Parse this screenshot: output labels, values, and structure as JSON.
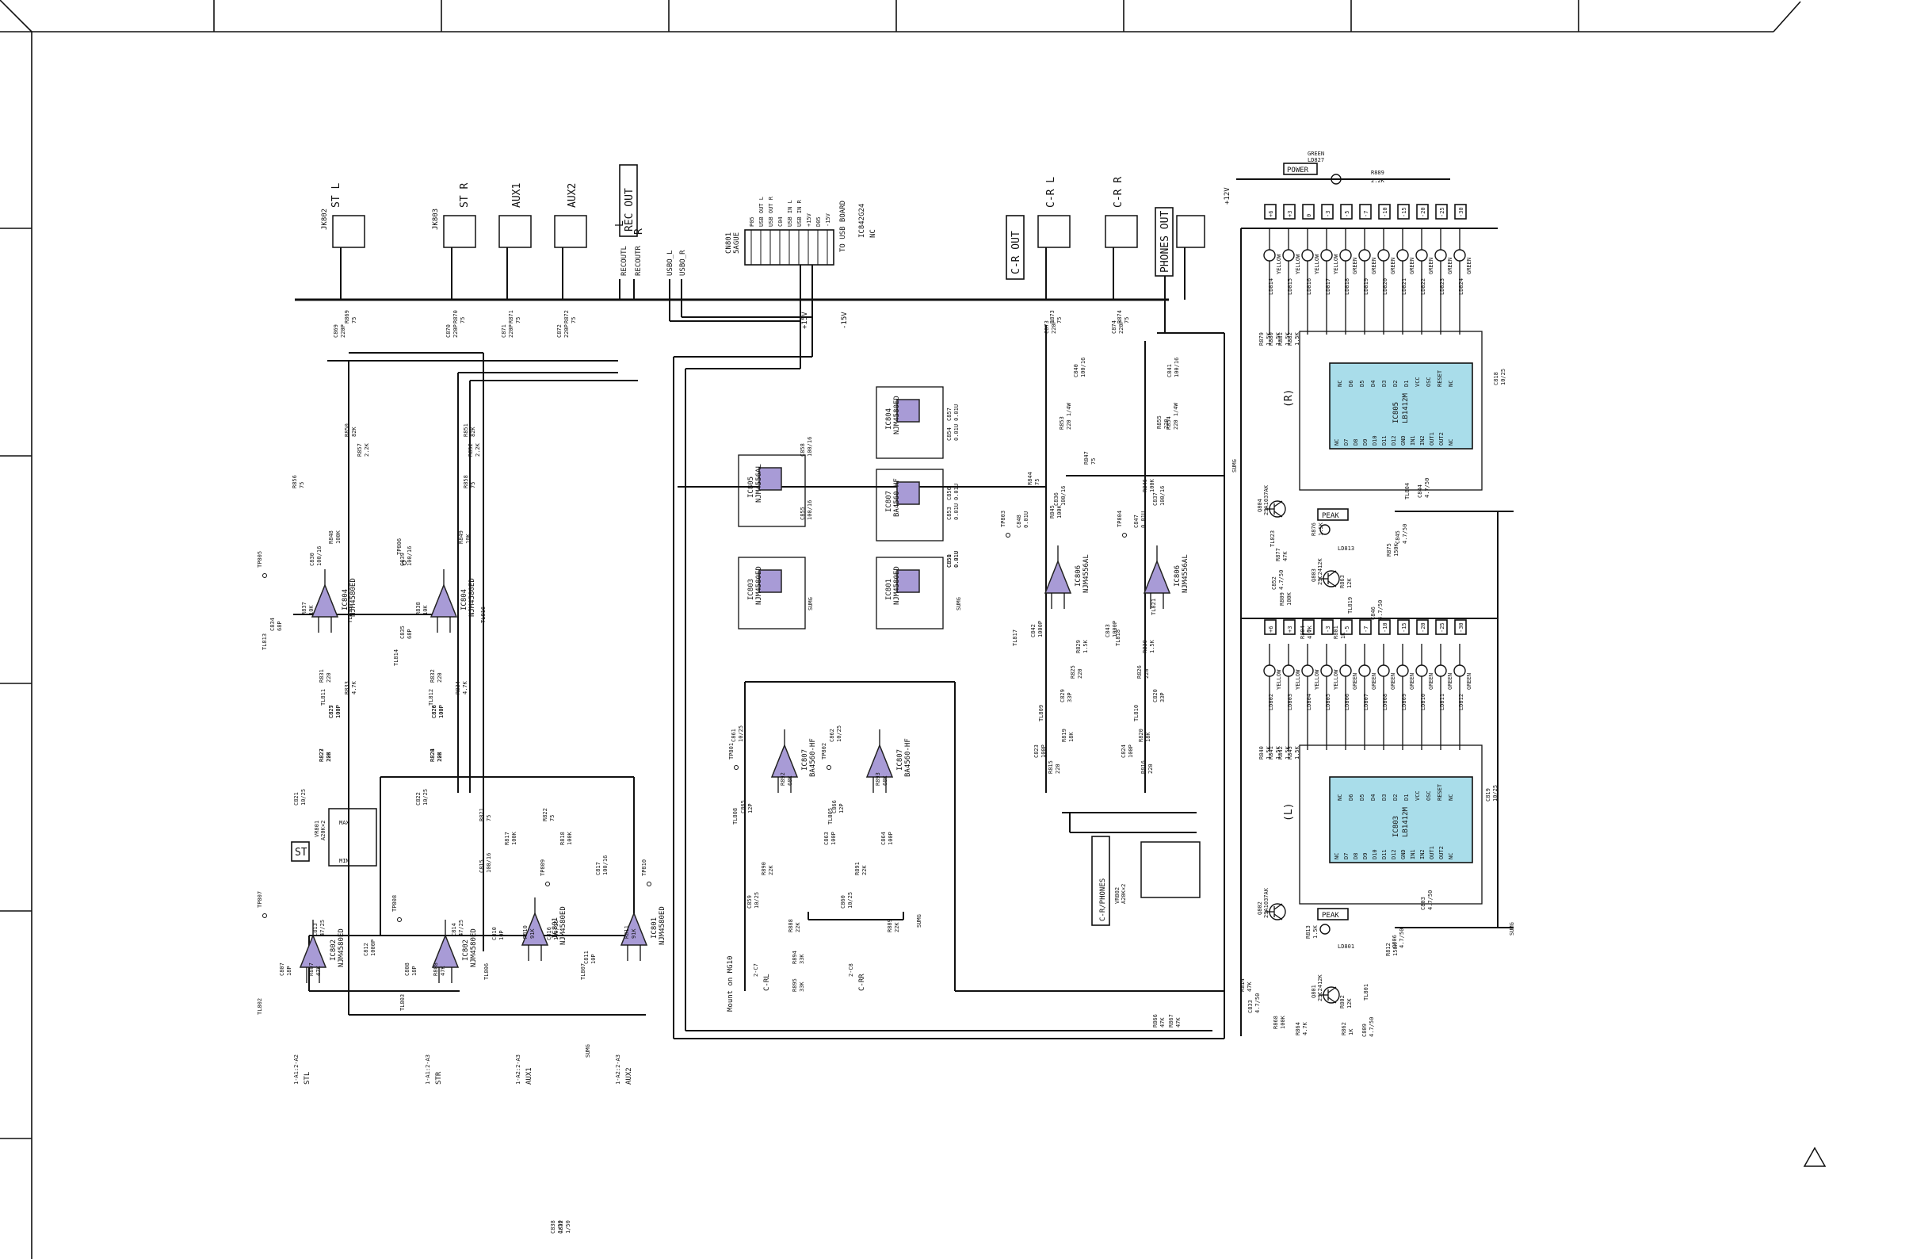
{
  "jacks": {
    "st_l": "ST L",
    "st_r": "ST R",
    "aux1": "AUX1",
    "aux2": "AUX2",
    "rec_out": "REC OUT",
    "rec_l": "L",
    "rec_r": "R",
    "ca_l": "C-R L",
    "ca_r": "C-R R",
    "ca_out": "C-R OUT",
    "phones_out": "PHONES OUT",
    "jk802": "JK802",
    "jk803": "JK803"
  },
  "connectors": {
    "cn801": "CN801",
    "cn801_sub": "5AGUE",
    "pins": [
      "P05",
      "USB OUT L",
      "USB OUT R",
      "C04",
      "USB IN L",
      "USB IN R",
      "+15V",
      "D05",
      "-15V"
    ],
    "to_usb": "TO USB BOARD",
    "ic_usb": "IC842G24",
    "nc": "NC",
    "recoutl": "RECOUTL",
    "recoutr": "RECOUTR",
    "usbo_l": "USBO_L",
    "usbo_r": "USBO_R"
  },
  "opamps": [
    {
      "ref": "IC804",
      "part": "NJM4580ED"
    },
    {
      "ref": "IC804",
      "part": "NJM4580ED"
    },
    {
      "ref": "IC802",
      "part": "NJM4580ED"
    },
    {
      "ref": "IC802",
      "part": "NJM4580ED"
    },
    {
      "ref": "IC801",
      "part": "NJM4580ED"
    },
    {
      "ref": "IC801",
      "part": "NJM4580ED"
    },
    {
      "ref": "IC807",
      "part": "BA4560-HF"
    },
    {
      "ref": "IC807",
      "part": "BA4560-HF"
    },
    {
      "ref": "IC806",
      "part": "NJM4556AL"
    },
    {
      "ref": "IC806",
      "part": "NJM4556AL"
    }
  ],
  "power_ics": [
    {
      "ref": "IC805",
      "part": "NJM4556AL"
    },
    {
      "ref": "IC804",
      "part": "NJM4580ED"
    },
    {
      "ref": "IC807",
      "part": "BA4560-HF"
    },
    {
      "ref": "IC803",
      "part": "NJM4580ED"
    },
    {
      "ref": "IC801",
      "part": "NJM4580ED"
    }
  ],
  "drivers": [
    {
      "ref": "IC805",
      "part": "LB1412M",
      "channel": "(R)"
    },
    {
      "ref": "IC803",
      "part": "LB1412M",
      "channel": "(L)"
    }
  ],
  "driver_pins_left": [
    "NC",
    "D7",
    "D8",
    "D9",
    "D10",
    "D11",
    "D12",
    "GND",
    "IN1",
    "IN2",
    "OUT1",
    "OUT2",
    "NC"
  ],
  "driver_pins_right": [
    "NC",
    "D6",
    "D5",
    "D4",
    "D3",
    "D2",
    "D1",
    "VCC",
    "OSC",
    "RESET",
    "NC"
  ],
  "leds_r": [
    "LD814",
    "LD815",
    "LD816",
    "LD817",
    "LD818",
    "LD819",
    "LD820",
    "LD821",
    "LD822",
    "LD823",
    "LD824"
  ],
  "leds_l": [
    "LD802",
    "LD803",
    "LD804",
    "LD805",
    "LD806",
    "LD807",
    "LD808",
    "LD809",
    "LD810",
    "LD811",
    "LD812"
  ],
  "led_colors": [
    "YELLOW",
    "YELLOW",
    "YELLOW",
    "YELLOW",
    "GREEN",
    "GREEN",
    "GREEN",
    "GREEN",
    "GREEN",
    "GREEN",
    "GREEN"
  ],
  "meter_scale": [
    "+6",
    "+3",
    "0",
    "-3",
    "-5",
    "-7",
    "-10",
    "-15",
    "-20",
    "-25",
    "-30"
  ],
  "power_led": {
    "label": "POWER",
    "ref": "LD827",
    "color": "GREEN",
    "r": "R889",
    "rv": "2.2K"
  },
  "peak": [
    "PEAK",
    "PEAK"
  ],
  "peak_leds": [
    "LD813",
    "LD801"
  ],
  "transistors": [
    "Q804",
    "Q803",
    "Q802",
    "Q801"
  ],
  "transistor_parts": [
    "2SA1037AK",
    "2SC2412K",
    "2SA1037AK",
    "2SC2412K"
  ],
  "pots": [
    {
      "ref": "VR801",
      "val": "A20K×2",
      "name": "ST"
    },
    {
      "ref": "VR802",
      "val": "A20K×2",
      "name": "C-R/PHONES"
    }
  ],
  "resistors": [
    {
      "ref": "R869",
      "val": "75"
    },
    {
      "ref": "R870",
      "val": "75"
    },
    {
      "ref": "R871",
      "val": "75"
    },
    {
      "ref": "R872",
      "val": "75"
    },
    {
      "ref": "R873",
      "val": "75"
    },
    {
      "ref": "R874",
      "val": "75"
    },
    {
      "ref": "R850",
      "val": "82K"
    },
    {
      "ref": "R851",
      "val": "82K"
    },
    {
      "ref": "R857",
      "val": "2.2K"
    },
    {
      "ref": "R852",
      "val": "2.2K"
    },
    {
      "ref": "R856",
      "val": "75"
    },
    {
      "ref": "R858",
      "val": "75"
    },
    {
      "ref": "R848",
      "val": "100K"
    },
    {
      "ref": "R849",
      "val": "10K"
    },
    {
      "ref": "R837",
      "val": "10K"
    },
    {
      "ref": "R838",
      "val": "10K"
    },
    {
      "ref": "R831",
      "val": "220"
    },
    {
      "ref": "R832",
      "val": "220"
    },
    {
      "ref": "R833",
      "val": "4.7K"
    },
    {
      "ref": "R834",
      "val": "4.7K"
    },
    {
      "ref": "R827",
      "val": "10K"
    },
    {
      "ref": "R828",
      "val": "10K"
    },
    {
      "ref": "R823",
      "val": "220"
    },
    {
      "ref": "R824",
      "val": "220"
    },
    {
      "ref": "R821",
      "val": "75"
    },
    {
      "ref": "R822",
      "val": "75"
    },
    {
      "ref": "R817",
      "val": "100K"
    },
    {
      "ref": "R818",
      "val": "100K"
    },
    {
      "ref": "R807",
      "val": "47K"
    },
    {
      "ref": "R808",
      "val": "47K"
    },
    {
      "ref": "R810",
      "val": "91K"
    },
    {
      "ref": "R811",
      "val": "91K"
    },
    {
      "ref": "R892",
      "val": "68K"
    },
    {
      "ref": "R893",
      "val": "68K"
    },
    {
      "ref": "R890",
      "val": "22K"
    },
    {
      "ref": "R891",
      "val": "22K"
    },
    {
      "ref": "R888",
      "val": "22K"
    },
    {
      "ref": "R889",
      "val": "22K"
    },
    {
      "ref": "R894",
      "val": "33K"
    },
    {
      "ref": "R895",
      "val": "33K"
    },
    {
      "ref": "R844",
      "val": "75"
    },
    {
      "ref": "R847",
      "val": "75"
    },
    {
      "ref": "R845",
      "val": "100K"
    },
    {
      "ref": "R846",
      "val": "100K"
    },
    {
      "ref": "R853",
      "val": "220 1/4W"
    },
    {
      "ref": "R854",
      "val": "220 1/4W"
    },
    {
      "ref": "R855",
      "val": "220"
    },
    {
      "ref": "R829",
      "val": "1.5K"
    },
    {
      "ref": "R830",
      "val": "1.5K"
    },
    {
      "ref": "R825",
      "val": "220"
    },
    {
      "ref": "R826",
      "val": "220"
    },
    {
      "ref": "R819",
      "val": "18K"
    },
    {
      "ref": "R820",
      "val": "18K"
    },
    {
      "ref": "R815",
      "val": "220"
    },
    {
      "ref": "R816",
      "val": "220"
    },
    {
      "ref": "R866",
      "val": "47K"
    },
    {
      "ref": "R867",
      "val": "47K"
    },
    {
      "ref": "R879",
      "val": "1.5K"
    },
    {
      "ref": "R880",
      "val": "1.5K"
    },
    {
      "ref": "R881",
      "val": "1.5K"
    },
    {
      "ref": "R882",
      "val": "1.5K"
    },
    {
      "ref": "R840",
      "val": "1.5K"
    },
    {
      "ref": "R841",
      "val": "1.5K"
    },
    {
      "ref": "R842",
      "val": "1.5K"
    },
    {
      "ref": "R843",
      "val": "1.5K"
    },
    {
      "ref": "R876",
      "val": "1.5K"
    },
    {
      "ref": "R813",
      "val": "1.5K"
    },
    {
      "ref": "R875",
      "val": "150K"
    },
    {
      "ref": "R812",
      "val": "150K"
    },
    {
      "ref": "R877",
      "val": "47K"
    },
    {
      "ref": "R814",
      "val": "47K"
    },
    {
      "ref": "R868",
      "val": "100K"
    },
    {
      "ref": "R809",
      "val": "100K"
    },
    {
      "ref": "R863",
      "val": "12K"
    },
    {
      "ref": "R802",
      "val": "12K"
    },
    {
      "ref": "R864",
      "val": "4.7K"
    },
    {
      "ref": "R804",
      "val": "4.7K"
    },
    {
      "ref": "R862",
      "val": "1K"
    },
    {
      "ref": "R801",
      "val": "1K"
    }
  ],
  "capacitors": [
    {
      "ref": "C869",
      "val": "220P"
    },
    {
      "ref": "C870",
      "val": "220P"
    },
    {
      "ref": "C871",
      "val": "220P"
    },
    {
      "ref": "C872",
      "val": "220P"
    },
    {
      "ref": "C873",
      "val": "220P"
    },
    {
      "ref": "C874",
      "val": "220P"
    },
    {
      "ref": "C830",
      "val": "100/16"
    },
    {
      "ref": "C839",
      "val": "100/16"
    },
    {
      "ref": "C834",
      "val": "68P"
    },
    {
      "ref": "C835",
      "val": "68P"
    },
    {
      "ref": "C827",
      "val": "100P"
    },
    {
      "ref": "C828",
      "val": "100P"
    },
    {
      "ref": "C825",
      "val": "100P"
    },
    {
      "ref": "C826",
      "val": "100P"
    },
    {
      "ref": "C821",
      "val": "10/25"
    },
    {
      "ref": "C822",
      "val": "10/25"
    },
    {
      "ref": "C813",
      "val": "47/25"
    },
    {
      "ref": "C814",
      "val": "47/25"
    },
    {
      "ref": "C815",
      "val": "100/16"
    },
    {
      "ref": "C816",
      "val": "100/16"
    },
    {
      "ref": "C817",
      "val": "100/16"
    },
    {
      "ref": "C807",
      "val": "18P"
    },
    {
      "ref": "C808",
      "val": "18P"
    },
    {
      "ref": "C812",
      "val": "1000P"
    },
    {
      "ref": "C810",
      "val": "10P"
    },
    {
      "ref": "C811",
      "val": "10P"
    },
    {
      "ref": "C861",
      "val": "10/25"
    },
    {
      "ref": "C862",
      "val": "10/25"
    },
    {
      "ref": "C865",
      "val": "12P"
    },
    {
      "ref": "C866",
      "val": "12P"
    },
    {
      "ref": "C863",
      "val": "100P"
    },
    {
      "ref": "C864",
      "val": "100P"
    },
    {
      "ref": "C859",
      "val": "10/25"
    },
    {
      "ref": "C860",
      "val": "10/25"
    },
    {
      "ref": "C858",
      "val": "100/16"
    },
    {
      "ref": "C855",
      "val": "100/16"
    },
    {
      "ref": "C857",
      "val": "0.01U"
    },
    {
      "ref": "C856",
      "val": "0.01U"
    },
    {
      "ref": "C854",
      "val": "0.01U"
    },
    {
      "ref": "C853",
      "val": "0.01U"
    },
    {
      "ref": "C850",
      "val": "0.01U"
    },
    {
      "ref": "C851",
      "val": "0.01U"
    },
    {
      "ref": "C848",
      "val": "0.01U"
    },
    {
      "ref": "C847",
      "val": "0.01U"
    },
    {
      "ref": "C836",
      "val": "100/16"
    },
    {
      "ref": "C837",
      "val": "100/16"
    },
    {
      "ref": "C840",
      "val": "100/16"
    },
    {
      "ref": "C841",
      "val": "100/16"
    },
    {
      "ref": "C842",
      "val": "1000P"
    },
    {
      "ref": "C843",
      "val": "1000P"
    },
    {
      "ref": "C829",
      "val": "33P"
    },
    {
      "ref": "C820",
      "val": "33P"
    },
    {
      "ref": "C823",
      "val": "100P"
    },
    {
      "ref": "C824",
      "val": "100P"
    },
    {
      "ref": "C818",
      "val": "10/25"
    },
    {
      "ref": "C819",
      "val": "10/25"
    },
    {
      "ref": "C852",
      "val": "4.7/50"
    },
    {
      "ref": "C833",
      "val": "4.7/50"
    },
    {
      "ref": "C845",
      "val": "4.7/50"
    },
    {
      "ref": "C806",
      "val": "4.7/50"
    },
    {
      "ref": "C846",
      "val": "4.7/50"
    },
    {
      "ref": "C809",
      "val": "4.7/50"
    },
    {
      "ref": "C844",
      "val": "4.7/50"
    },
    {
      "ref": "C803",
      "val": "4.7/50"
    },
    {
      "ref": "C838",
      "val": "1/50"
    },
    {
      "ref": "C832",
      "val": "1/50"
    }
  ],
  "test_points": [
    "TP805",
    "TP806",
    "TP807",
    "TP808",
    "TP809",
    "TP810",
    "TP801",
    "TP802",
    "TP803",
    "TP804"
  ],
  "labels": {
    "tl813": "TL813",
    "tl814": "TL814",
    "tl815": "TL815",
    "tl816": "TL816",
    "tl811": "TL811",
    "tl812": "TL812",
    "tl802": "TL802",
    "tl803": "TL803",
    "tl806": "TL806",
    "tl807": "TL807",
    "tl808": "TL808",
    "tl805": "TL805",
    "tl817": "TL817",
    "tl818": "TL818",
    "tl809": "TL809",
    "tl810": "TL810",
    "tl801": "TL801",
    "tl804": "TL804",
    "tl819": "TL819",
    "tl823": "TL823",
    "tl821": "TL821",
    "mount": "Mount on MG10",
    "st_in_l": "STL",
    "st_in_r": "STR",
    "aux_in1": "AUX1",
    "aux_in2": "AUX2",
    "cr_l": "C-RL",
    "cr_r": "C-RR",
    "ref_st_l": "1-A1:2-A2",
    "ref_st_r": "1-A1:2-A3",
    "ref_aux1": "1-A2:2-A3",
    "ref_aux2": "1-A2:2-A3",
    "ref_cr_l": "2-C7",
    "ref_cr_r": "2-C8",
    "v15p": "+15V",
    "v15m": "-15V",
    "v12": "+12V",
    "sumg": "SUMG",
    "max": "MAX",
    "min": "MIN",
    "caution_mark": "!"
  }
}
